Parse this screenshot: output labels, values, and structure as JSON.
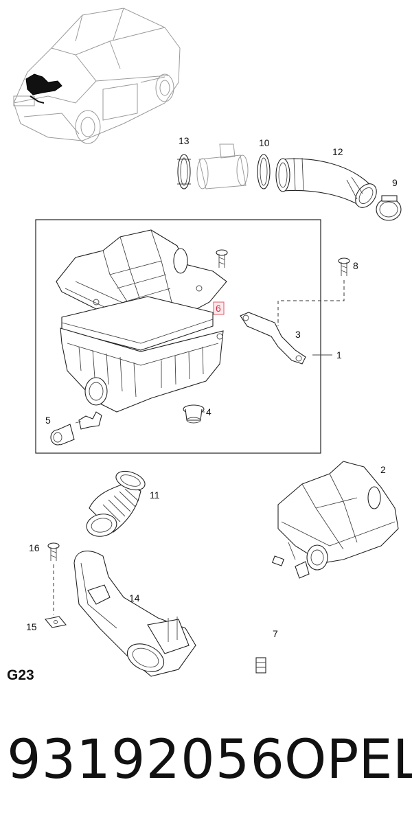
{
  "diagram": {
    "page_code": "G23",
    "callouts": {
      "c1": "1",
      "c2": "2",
      "c3": "3",
      "c4": "4",
      "c5": "5",
      "c6": "6",
      "c7": "7",
      "c8": "8",
      "c9": "9",
      "c10": "10",
      "c11": "11",
      "c12": "12",
      "c13": "13",
      "c14": "14",
      "c15": "15",
      "c16": "16"
    },
    "highlighted_callout": "6",
    "highlight_color": "#e05a6a"
  },
  "footer": {
    "part_number": "93192056",
    "brand": "OPEL"
  }
}
